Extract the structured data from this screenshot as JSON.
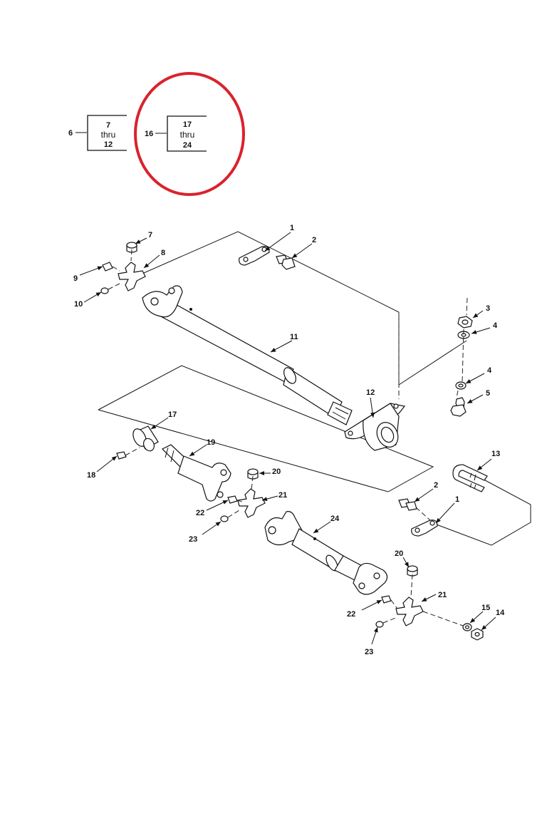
{
  "bracket_groups": [
    {
      "item": "6",
      "from": "7",
      "thru": "thru",
      "to": "12"
    },
    {
      "item": "16",
      "from": "17",
      "thru": "thru",
      "to": "24"
    }
  ],
  "highlight_color": "#d9232d",
  "callouts": {
    "c1a": "1",
    "c2a": "2",
    "c3": "3",
    "c4a": "4",
    "c4b": "4",
    "c5": "5",
    "c7": "7",
    "c8": "8",
    "c9": "9",
    "c10": "10",
    "c11": "11",
    "c12": "12",
    "c13": "13",
    "c14": "14",
    "c15": "15",
    "c17": "17",
    "c18": "18",
    "c19": "19",
    "c20a": "20",
    "c21a": "21",
    "c22a": "22",
    "c23a": "23",
    "c24": "24",
    "c2b": "2",
    "c1b": "1",
    "c20b": "20",
    "c21b": "21",
    "c22b": "22",
    "c23b": "23"
  }
}
